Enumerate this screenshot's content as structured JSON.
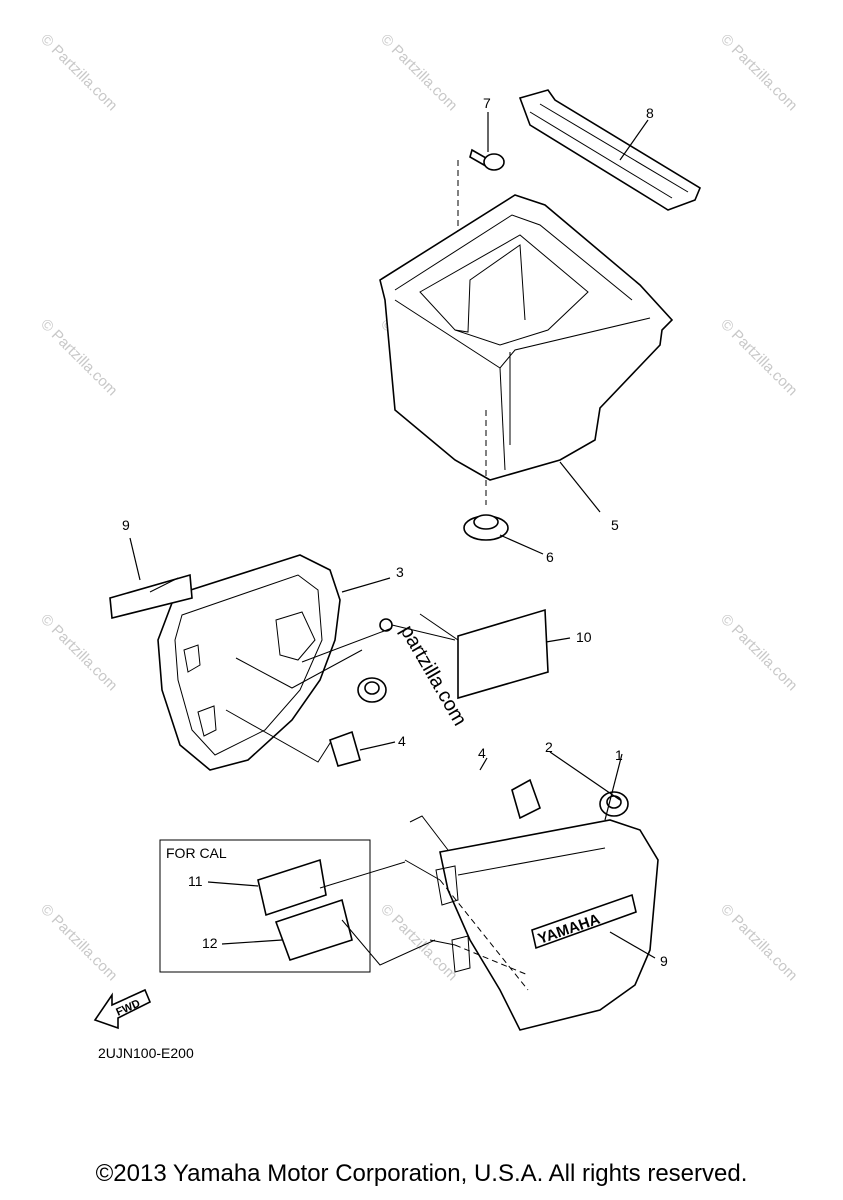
{
  "diagram": {
    "callouts": [
      "1",
      "2",
      "3",
      "4",
      "4",
      "5",
      "6",
      "7",
      "8",
      "9",
      "9",
      "10",
      "11",
      "12"
    ],
    "inset_label": "FOR CAL",
    "fwd_label": "FWD",
    "brand_label": "YAMAHA",
    "diagram_code": "2UJN100-E200",
    "watermark": "© Partzilla.com",
    "center_watermark": "partzilla.com"
  },
  "footer": {
    "copyright": "©2013 Yamaha Motor Corporation, U.S.A. All rights reserved."
  }
}
